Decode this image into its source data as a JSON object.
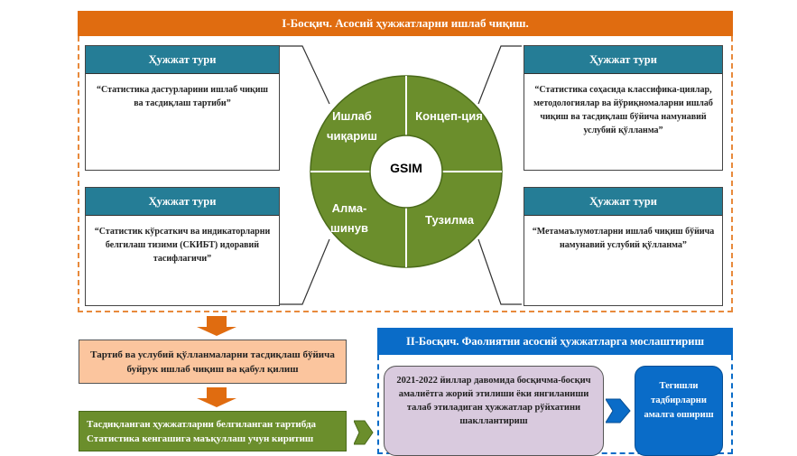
{
  "stage1": {
    "title": "I-Босқич. Асосий ҳужжатларни ишлаб чиқиш.",
    "docs": [
      {
        "header": "Ҳужжат тури",
        "text": "“Статистика дастурларини ишлаб чиқиш ва тасдиқлаш тартиби”"
      },
      {
        "header": "Ҳужжат тури",
        "text": "“Статистик кўрсаткич ва индикаторларни белгилаш тизими (СКИБТ) идоравий тасифлагичи”"
      },
      {
        "header": "Ҳужжат тури",
        "text": "“Статистика соҳасида классифика-циялар, методологиялар ва йўриқномаларни ишлаб чиқиш ва тасдиқлаш бўйича намунавий услубий қўлланма”"
      },
      {
        "header": "Ҳужжат тури",
        "text": "“Метамаълумотларни ишлаб чиқиш бўйича намунавий услубий қўлланма”"
      }
    ],
    "circle": {
      "center": "GSIM",
      "q1": "Ишлаб чиқариш",
      "q2": "Концеп-ция",
      "q3": "Алма-шинув",
      "q4": "Тузилма"
    }
  },
  "steps": {
    "order": "Тартиб ва услубий қўлланмаларни тасдиқлаш бўйича буйрук ишлаб чиқиш ва қабул қилиш",
    "submit": "Тасдиқланган ҳужжатларни белгиланган тартибда Статистика кенгашига маъқуллаш учун киритиш"
  },
  "stage2": {
    "title": "II-Босқич. Фаолиятни асосий ҳужжатларга мослаштириш",
    "list": "2021-2022 йиллар давомида босқичма-босқич амалиётга жорий этилиши ёки янгиланиши талаб этиладиган ҳужжатлар рўйхатини шакллантириш",
    "action": "Тегишли тадбирларни амалга ошириш"
  },
  "colors": {
    "orange": "#e06c10",
    "teal": "#257d96",
    "green": "#6b8e2c",
    "blue": "#0a6cc8",
    "purple": "#d9cade",
    "peach": "#fbc59e"
  }
}
